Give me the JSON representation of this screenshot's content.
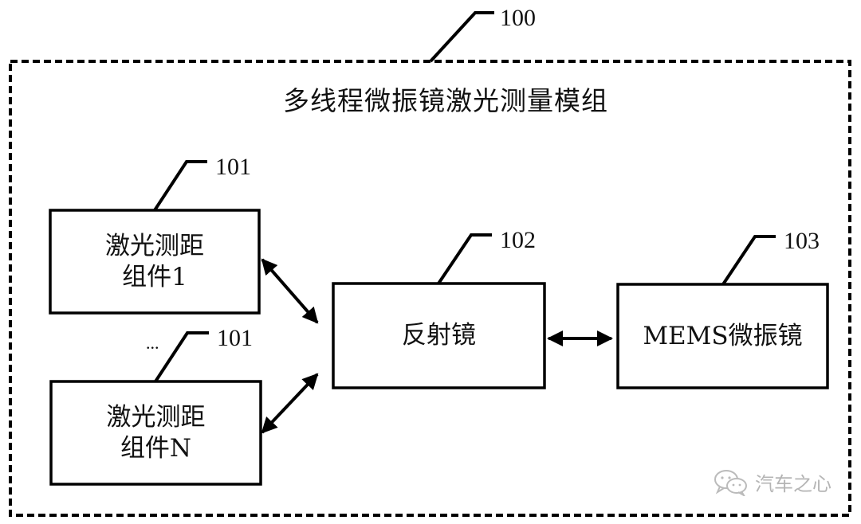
{
  "diagram": {
    "module": {
      "ref": "100",
      "title": "多线程微振镜激光测量模组"
    },
    "components": [
      {
        "id": "laser-1",
        "ref": "101",
        "lines": [
          "激光测距",
          "组件1"
        ]
      },
      {
        "id": "laser-n",
        "ref": "101",
        "lines": [
          "激光测距",
          "组件N"
        ],
        "ellipsis": "..."
      },
      {
        "id": "reflector",
        "ref": "102",
        "lines": [
          "反射镜"
        ]
      },
      {
        "id": "mems",
        "ref": "103",
        "lines": [
          "MEMS微振镜"
        ]
      }
    ],
    "connections": [
      {
        "from": "laser-1",
        "to": "reflector",
        "type": "bidirectional"
      },
      {
        "from": "laser-n",
        "to": "reflector",
        "type": "bidirectional"
      },
      {
        "from": "reflector",
        "to": "mems",
        "type": "bidirectional"
      }
    ]
  },
  "watermark": {
    "icon": "wechat-icon",
    "text": "汽车之心"
  }
}
